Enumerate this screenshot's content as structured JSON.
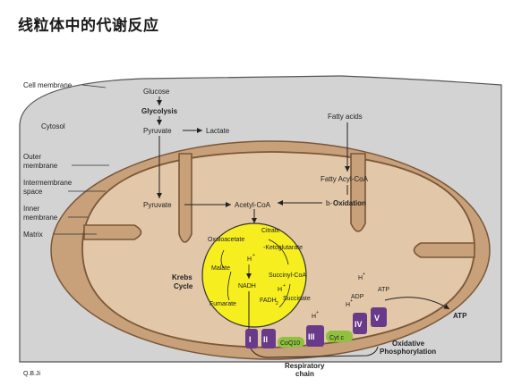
{
  "title": "线粒体中的代谢反应",
  "left_labels": {
    "cell_membrane": "Cell membrane",
    "cytosol": "Cytosol",
    "outer_1": "Outer",
    "outer_2": "membrane",
    "inter_1": "Intermembrane",
    "inter_2": "space",
    "inner_1": "Inner",
    "inner_2": "membrane",
    "matrix": "Matrix"
  },
  "pathway": {
    "glucose": "Glucose",
    "glycolysis": "Glycolysis",
    "pyruvate_top": "Pyruvate",
    "lactate": "Lactate",
    "fatty_acids": "Fatty acids",
    "fatty_acyl_coa": "Fatty Acyl-CoA",
    "b_oxidation_prefix": "b-",
    "b_oxidation": "Oxidation",
    "pyruvate_in": "Pyruvate",
    "acetyl_coa": "Acetyl-CoA"
  },
  "krebs": {
    "citrate": "Citrate",
    "oxaloacetate": "Oxaloacetate",
    "ketoglutarate": "-Ketoglutarate",
    "h_plus": "H",
    "malate": "Malate",
    "nadh": "NADH",
    "succinyl_coa": "Succinyl-CoA",
    "fumarate": "Fumarate",
    "fadh2": "FADH",
    "fadh2_sub": "2",
    "succinate": "Succinate",
    "h_plus_2": "H",
    "cycle_1": "Krebs",
    "cycle_2": "Cycle"
  },
  "etc": {
    "complex_i": "I",
    "complex_ii": "II",
    "coq10": "CoQ10",
    "complex_iii": "III",
    "cyt_c": "Cyt c",
    "complex_iv": "IV",
    "complex_v": "V",
    "h_iii": "H",
    "h_iv": "H",
    "h_v": "H",
    "adp": "ADP",
    "atp_in": "ATP",
    "atp_out": "ATP",
    "resp_1": "Respiratory",
    "resp_2": "chain",
    "ox_1": "Oxidative",
    "ox_2": "Phosphorylation"
  },
  "watermark": "Q.B.Ji",
  "colors": {
    "cytosol": "#d3d3d4",
    "outer_membrane": "#c8a07a",
    "membrane_stroke": "#7a5838",
    "matrix": "#e2c7a8",
    "krebs_fill": "#f6ee1e",
    "complex": "#6a3a8a",
    "coq": "#90c040"
  }
}
